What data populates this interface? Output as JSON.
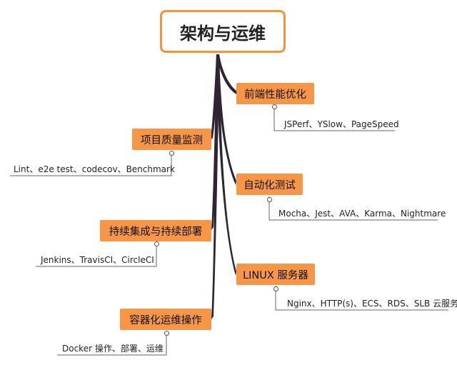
{
  "root": {
    "title": "架构与运维"
  },
  "topics": [
    {
      "id": "frontend-perf",
      "label": "前端性能优化",
      "detail": "JSPerf、YSlow、PageSpeed"
    },
    {
      "id": "quality-monitor",
      "label": "项目质量监测",
      "detail": "Lint、e2e test、codecov、Benchmark"
    },
    {
      "id": "auto-test",
      "label": "自动化测试",
      "detail": "Mocha、Jest、AVA、Karma、Nightmare"
    },
    {
      "id": "ci-cd",
      "label": "持续集成与持续部署",
      "detail": "Jenkins、TravisCI、CircleCI"
    },
    {
      "id": "linux-server",
      "label": "LINUX 服务器",
      "detail": "Nginx、HTTP(s)、ECS、RDS、SLB 云服务"
    },
    {
      "id": "container-ops",
      "label": "容器化运维操作",
      "detail": "Docker 操作、部署、运维"
    }
  ],
  "colors": {
    "topic_fill": "#f79646",
    "root_border": "#f0953d",
    "branch_line": "#2e2433"
  }
}
